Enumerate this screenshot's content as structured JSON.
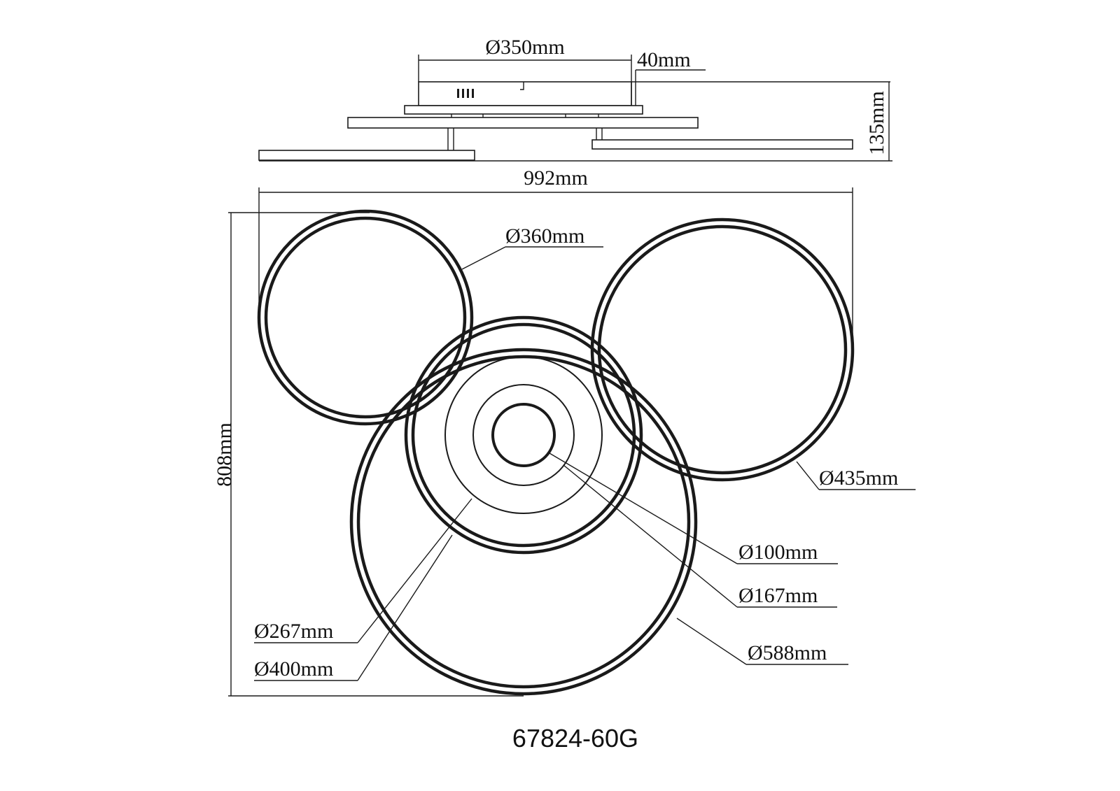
{
  "side_view": {
    "width_label": "Ø350mm",
    "canopy_label": "40mm",
    "height_label": "135mm"
  },
  "top_view": {
    "overall_width_label": "992mm",
    "overall_depth_label": "808mm",
    "ring_labels": {
      "d360": "Ø360mm",
      "d435": "Ø435mm",
      "d100": "Ø100mm",
      "d167": "Ø167mm",
      "d588": "Ø588mm",
      "d267": "Ø267mm",
      "d400": "Ø400mm"
    }
  },
  "model_number": "67824-60G"
}
